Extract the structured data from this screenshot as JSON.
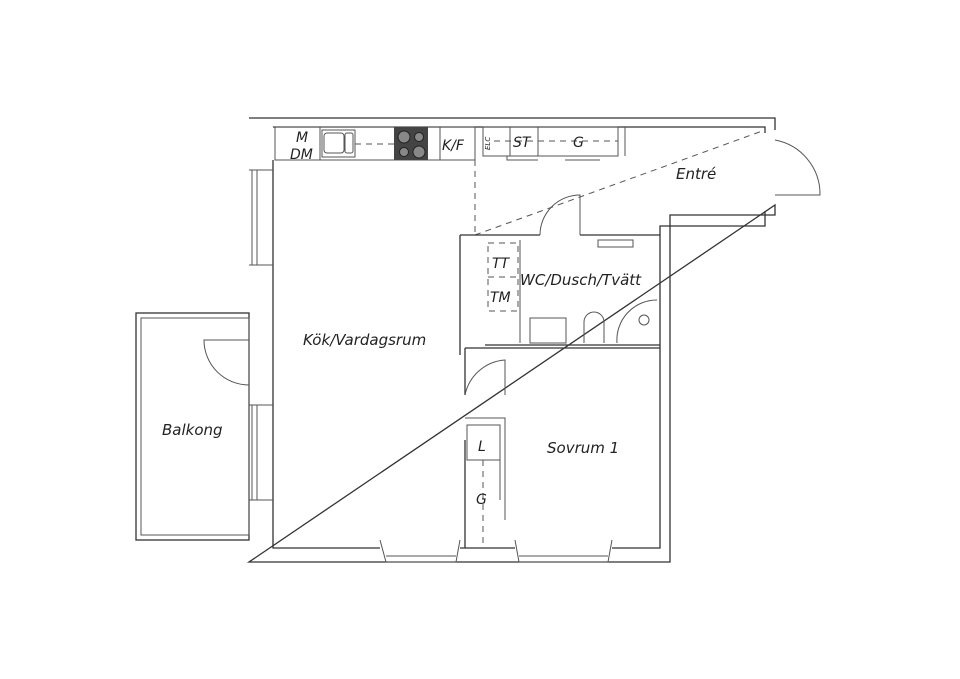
{
  "rooms": {
    "kitchen_living": "Kök/Vardagsrum",
    "entry": "Entré",
    "bathroom": "WC/Dusch/Tvätt",
    "bedroom": "Sovrum 1",
    "balcony": "Balkong"
  },
  "fixtures": {
    "microwave": "M",
    "dishwasher": "DM",
    "fridge_freezer": "K/F",
    "electric": "ELC",
    "storage": "ST",
    "wardrobe_entry": "G",
    "dryer": "TT",
    "washer": "TM",
    "linen": "L",
    "wardrobe_bedroom": "G"
  },
  "colors": {
    "wall": "#333333",
    "stove": "#444444"
  }
}
